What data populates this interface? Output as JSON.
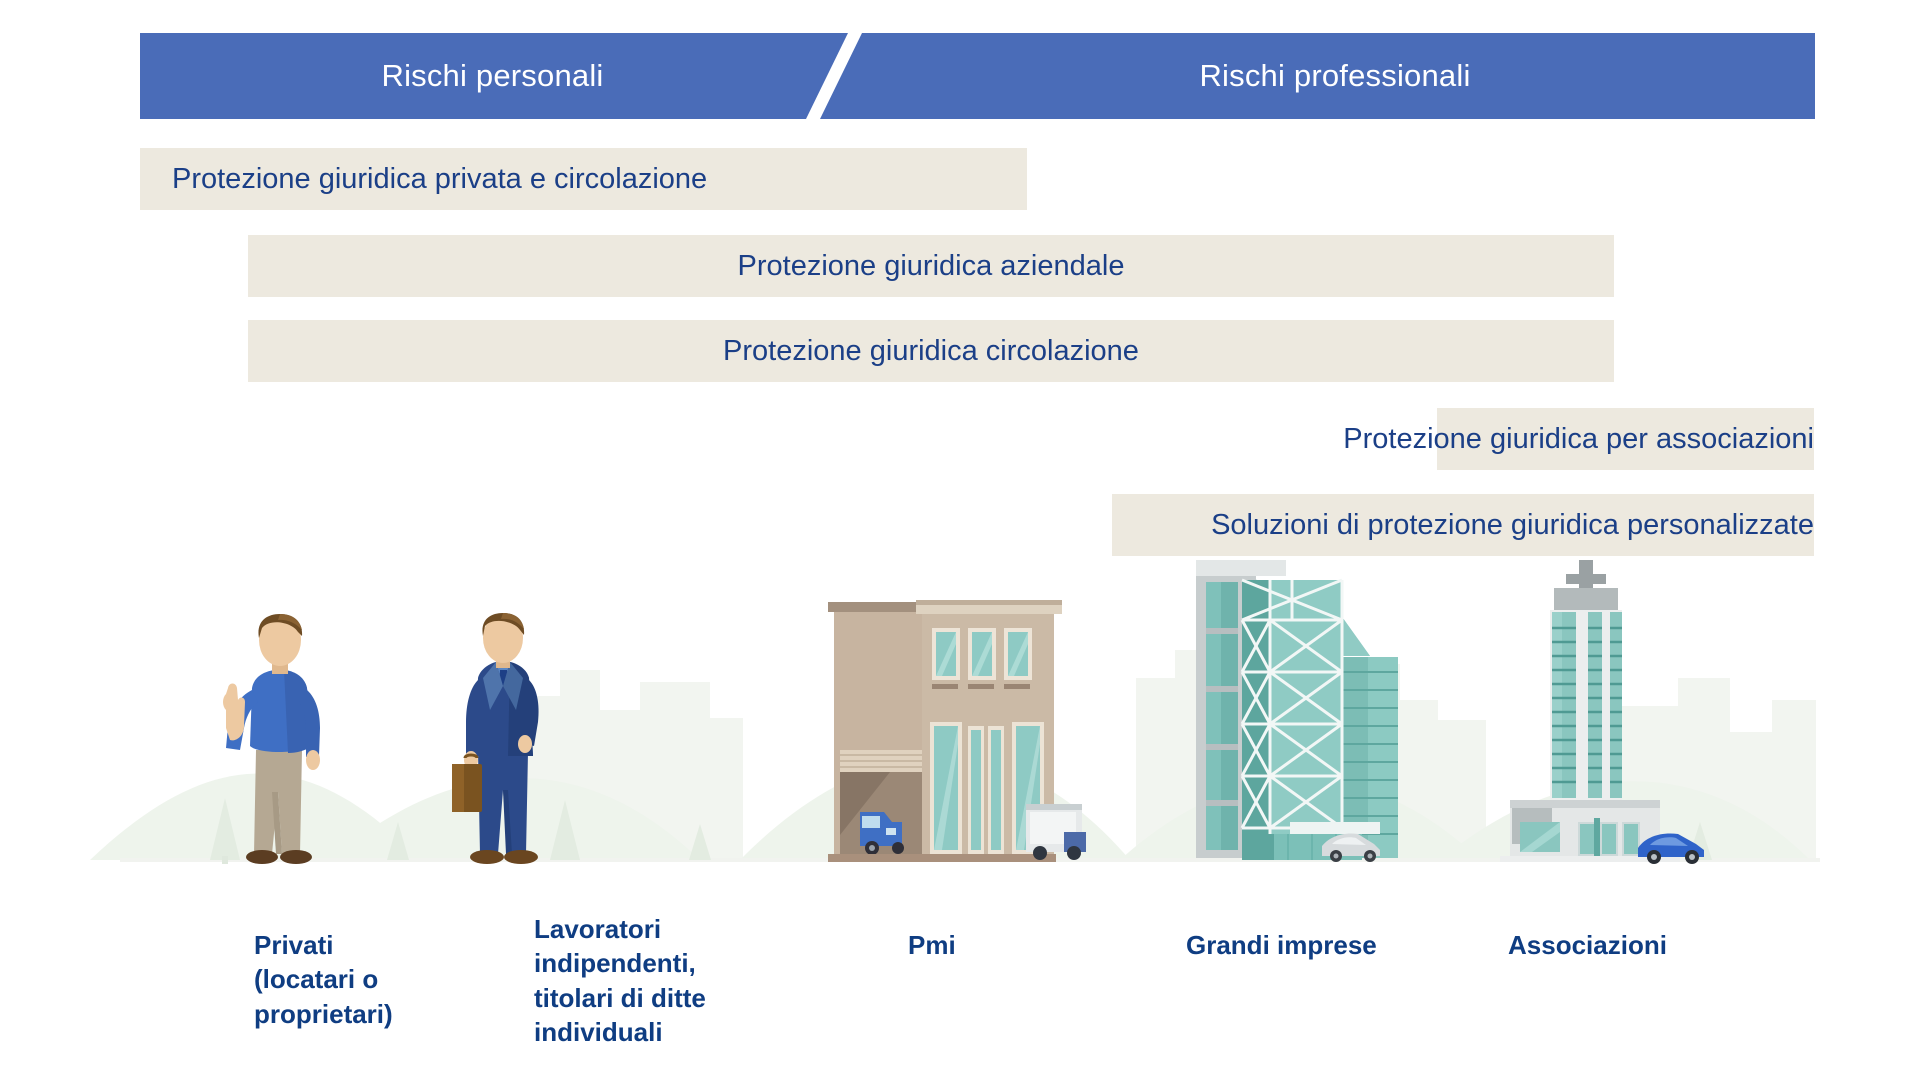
{
  "header": {
    "left_title": "Rischi personali",
    "right_title": "Rischi professionali",
    "band_color": "#4a6cb8",
    "divider_icon": "diagonal-slash-divider"
  },
  "bars": [
    {
      "label": "Protezione giuridica privata e circolazione",
      "bar_color": "#ede9df",
      "text_color": "#1b3f87"
    },
    {
      "label": "Protezione giuridica aziendale",
      "bar_color": "#ede9df",
      "text_color": "#1b3f87"
    },
    {
      "label": "Protezione giuridica circolazione",
      "bar_color": "#ede9df",
      "text_color": "#1b3f87"
    },
    {
      "label": "Protezione giuridica per associazioni",
      "bar_color": "#ede9df",
      "text_color": "#1b3f87"
    },
    {
      "label": "Soluzioni di protezione giuridica personalizzate",
      "bar_color": "#ede9df",
      "text_color": "#1b3f87"
    }
  ],
  "categories": [
    {
      "label": "Privati\n(locatari o\nproprietari)",
      "illustration": "man-waving-illustration"
    },
    {
      "label": "Lavoratori\nindipendenti,\ntitolari di ditte\nindividuali",
      "illustration": "businessman-with-briefcase-illustration"
    },
    {
      "label": "Pmi",
      "illustration": "small-commercial-building-illustration"
    },
    {
      "label": "Grandi imprese",
      "illustration": "corporate-glass-tower-illustration"
    },
    {
      "label": "Associazioni",
      "illustration": "office-tower-illustration"
    }
  ],
  "colors": {
    "banner_blue": "#4a6cb8",
    "bar_beige": "#ede9df",
    "label_navy": "#0f3d82",
    "bar_text_navy": "#1b3f87",
    "scenery_green": "#eef3ec",
    "building_teal": "#7cc2bb",
    "page_background": "#ffffff"
  }
}
